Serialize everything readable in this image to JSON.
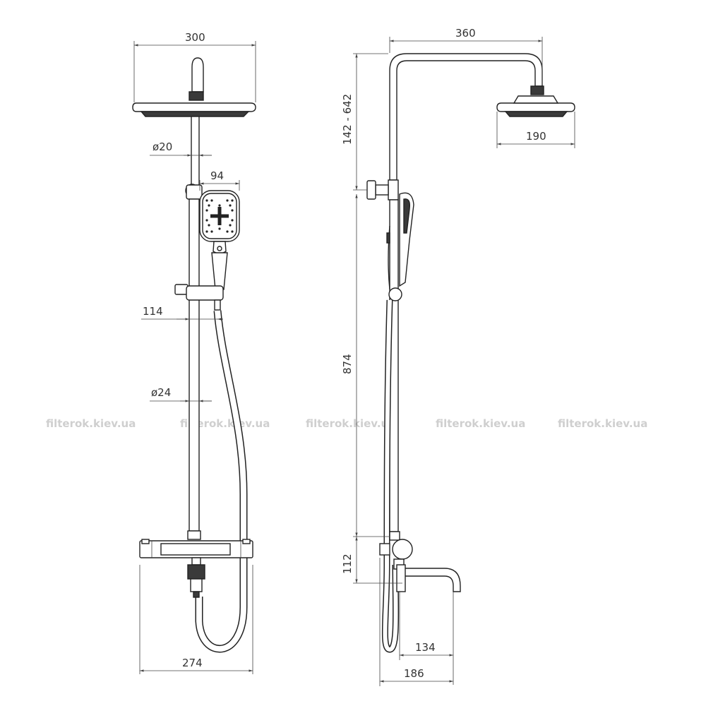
{
  "dimensions": {
    "front_head_width": "300",
    "front_arm_diam": "ø20",
    "front_handshower_width": "94",
    "front_holder_offset": "114",
    "front_rail_diam": "ø24",
    "front_mixer_width": "274",
    "side_arm_reach": "360",
    "side_height_range": "142 - 642",
    "side_head_diam": "190",
    "side_rail_length": "874",
    "side_mixer_height": "112",
    "side_spout_reach": "134",
    "side_total_depth": "186"
  },
  "watermarks": [
    "filterok.kiev.ua",
    "filterok.kiev.ua",
    "filterok.kiev.ua",
    "filterok.kiev.ua",
    "filterok.kiev.ua"
  ],
  "colors": {
    "line": "#222222",
    "dimension": "#444444",
    "watermark": "#cfcfcf",
    "dark_fill": "#3a3a3a"
  }
}
